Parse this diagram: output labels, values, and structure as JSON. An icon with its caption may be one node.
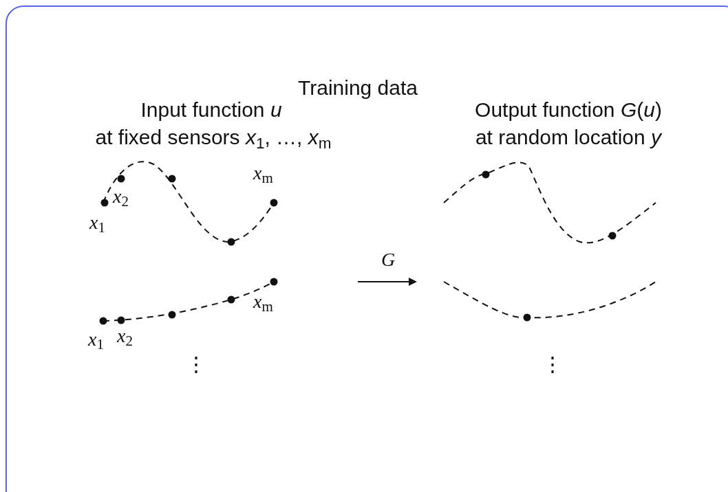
{
  "diagram": {
    "title": "Training data",
    "labels": [
      "Input function *u*",
      "at fixed sensors *x*$_{1}$, …, *x*$_{m}$",
      "Output function *G*(*u*)",
      "at random location *y*",
      "*x*$_{m}$",
      "*x*$_{2}$",
      "*x*$_{1}$",
      "*G*",
      "*x*$_{m}$",
      "*x*$_{1}$",
      "*x*$_{2}$",
      "⋮",
      "⋮"
    ]
  }
}
